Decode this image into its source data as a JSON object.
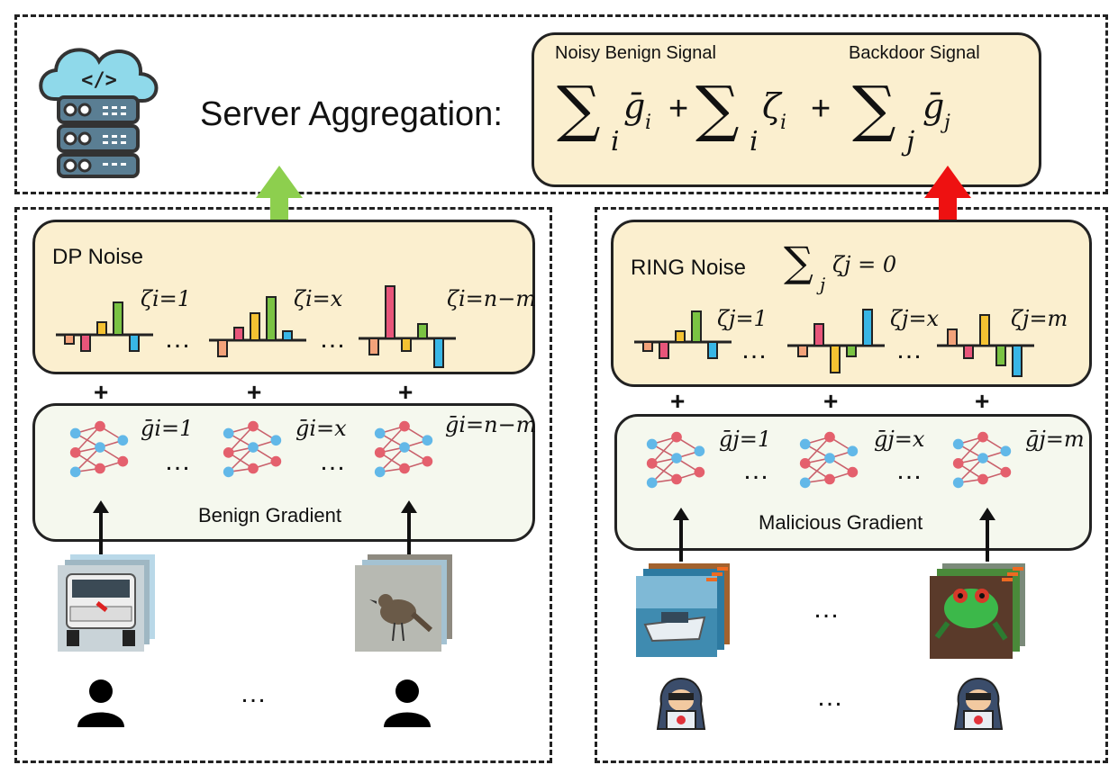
{
  "server": {
    "label": "Server Aggregation:",
    "noisy_benign_label": "Noisy Benign Signal",
    "backdoor_label": "Backdoor Signal",
    "formula": {
      "sigma": "∑",
      "term1": "ḡ",
      "term1_sub": "i",
      "term1_idx": "i",
      "plus1": "+",
      "term2": "ζ",
      "term2_sub": "i",
      "term2_idx": "i",
      "plus2": "+",
      "term3": "ḡ",
      "term3_sub": "j",
      "term3_idx": "j"
    }
  },
  "left": {
    "noise_title": "DP Noise",
    "noise_labels": [
      "ζi=1",
      "ζi=x",
      "ζi=n−m"
    ],
    "grad_labels": [
      "ḡi=1",
      "ḡi=x",
      "ḡi=n−m"
    ],
    "grad_title": "Benign Gradient",
    "plus": "+",
    "ellipsis": "…",
    "arrow_color": "#8dcf4e"
  },
  "right": {
    "noise_title": "RING Noise",
    "noise_constraint": "ζj = 0",
    "noise_constraint_sigma": "∑",
    "noise_constraint_idx": "j",
    "noise_labels": [
      "ζj=1",
      "ζj=x",
      "ζj=m"
    ],
    "grad_labels": [
      "ḡj=1",
      "ḡj=x",
      "ḡj=m"
    ],
    "grad_title": "Malicious Gradient",
    "plus": "+",
    "ellipsis": "…",
    "arrow_color": "#ee1111"
  },
  "icons": {
    "server": "server-cloud-icon",
    "code": "code-brackets-icon",
    "network": "neural-network-icon",
    "user": "user-icon",
    "hacker": "hacker-icon",
    "truck": "truck-image-icon",
    "bird": "bird-image-icon",
    "boat": "boat-image-icon",
    "frog": "frog-image-icon"
  },
  "colors": {
    "noise_box": "#fbefcf",
    "grad_box": "#f5f8ee",
    "bar_orange": "#f2a27a",
    "bar_pink": "#e8557a",
    "bar_yellow": "#f4c232",
    "bar_green": "#7ac343",
    "bar_blue": "#38b6e6"
  }
}
